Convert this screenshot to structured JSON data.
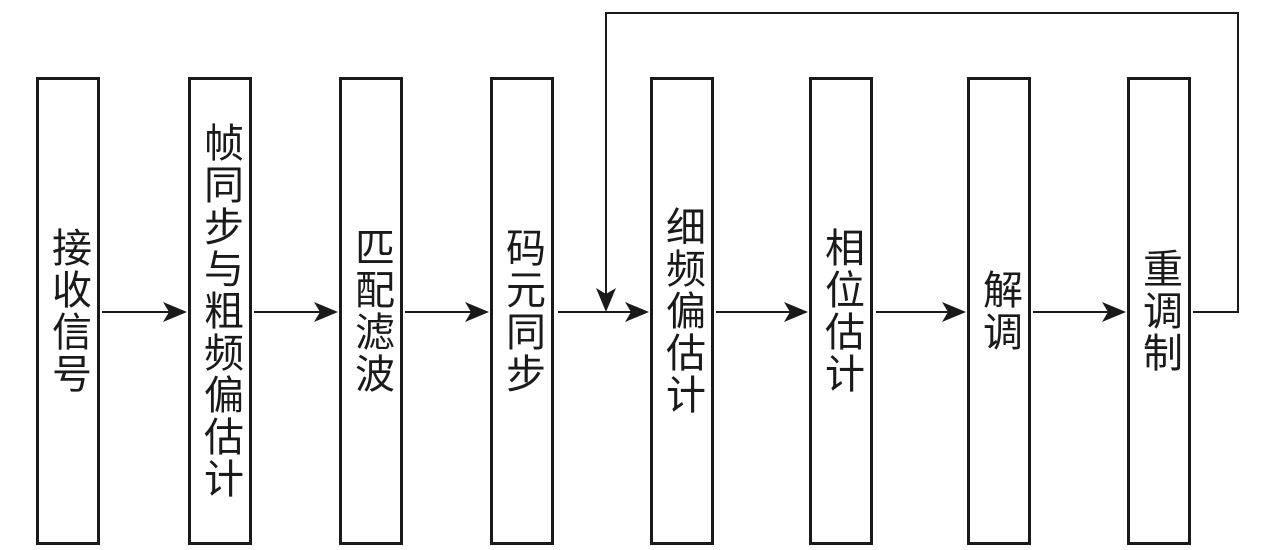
{
  "diagram": {
    "blocks": [
      {
        "id": "receive",
        "label": "接收信号"
      },
      {
        "id": "frame-sync",
        "label": "帧同步与粗频偏估计"
      },
      {
        "id": "matched-filter",
        "label": "匹配滤波"
      },
      {
        "id": "symbol-sync",
        "label": "码元同步"
      },
      {
        "id": "fine-freq",
        "label": "细频偏估计"
      },
      {
        "id": "phase-est",
        "label": "相位估计"
      },
      {
        "id": "demod",
        "label": "解调"
      },
      {
        "id": "remod",
        "label": "重调制"
      }
    ],
    "feedback": {
      "from": "remod",
      "to": "fine-freq"
    }
  }
}
